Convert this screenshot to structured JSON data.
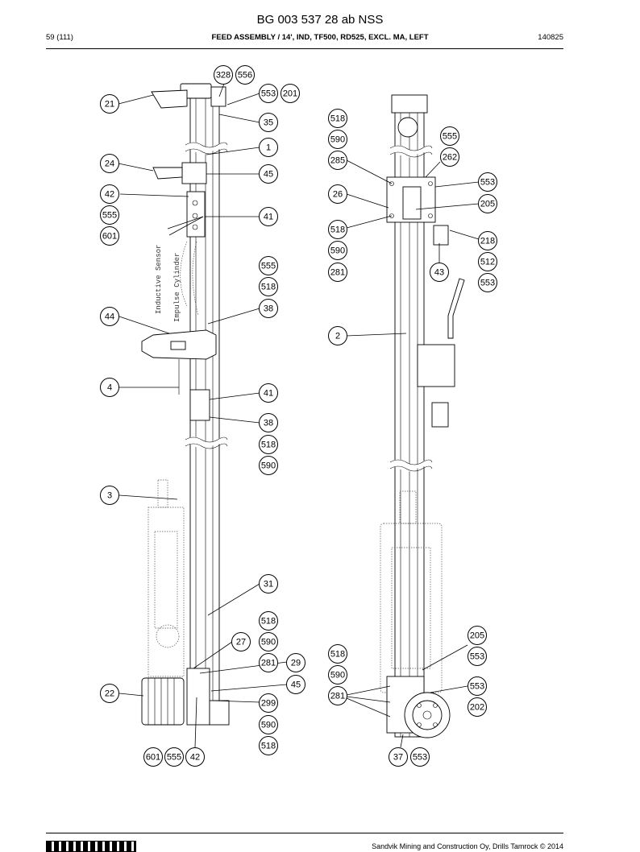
{
  "document": {
    "title": "BG 003 537 28 ab NSS",
    "page": "59 (111)",
    "section": "FEED ASSEMBLY / 14', IND, TF500, RD525, EXCL. MA, LEFT",
    "date_code": "140825",
    "footer": "Sandvik Mining and Construction Oy, Drills Tamrock © 2014"
  },
  "annotations": {
    "inductive_sensor": "Inductive Sensor",
    "impulse_cylinder": "Impulse Cylinder"
  },
  "callouts": [
    {
      "id": "c1",
      "label": "328"
    },
    {
      "id": "c2",
      "label": "556"
    },
    {
      "id": "c3",
      "label": "553"
    },
    {
      "id": "c4",
      "label": "201"
    },
    {
      "id": "c5",
      "label": "21"
    },
    {
      "id": "c6",
      "label": "35"
    },
    {
      "id": "c7",
      "label": "1"
    },
    {
      "id": "c8",
      "label": "24"
    },
    {
      "id": "c9",
      "label": "45"
    },
    {
      "id": "c10",
      "label": "42"
    },
    {
      "id": "c11",
      "label": "555"
    },
    {
      "id": "c12",
      "label": "41"
    },
    {
      "id": "c13",
      "label": "601"
    },
    {
      "id": "c14",
      "label": "555"
    },
    {
      "id": "c15",
      "label": "518"
    },
    {
      "id": "c16",
      "label": "38"
    },
    {
      "id": "c17",
      "label": "44"
    },
    {
      "id": "c18",
      "label": "4"
    },
    {
      "id": "c19",
      "label": "41"
    },
    {
      "id": "c20",
      "label": "38"
    },
    {
      "id": "c21",
      "label": "518"
    },
    {
      "id": "c22",
      "label": "590"
    },
    {
      "id": "c23",
      "label": "3"
    },
    {
      "id": "c24",
      "label": "31"
    },
    {
      "id": "c25",
      "label": "518"
    },
    {
      "id": "c26",
      "label": "27"
    },
    {
      "id": "c27",
      "label": "590"
    },
    {
      "id": "c28",
      "label": "281"
    },
    {
      "id": "c29",
      "label": "29"
    },
    {
      "id": "c30",
      "label": "45"
    },
    {
      "id": "c31",
      "label": "22"
    },
    {
      "id": "c32",
      "label": "299"
    },
    {
      "id": "c33",
      "label": "590"
    },
    {
      "id": "c34",
      "label": "518"
    },
    {
      "id": "c35",
      "label": "601"
    },
    {
      "id": "c36",
      "label": "555"
    },
    {
      "id": "c37",
      "label": "42"
    },
    {
      "id": "c38",
      "label": "518"
    },
    {
      "id": "c39",
      "label": "590"
    },
    {
      "id": "c40",
      "label": "555"
    },
    {
      "id": "c41",
      "label": "262"
    },
    {
      "id": "c42",
      "label": "285"
    },
    {
      "id": "c43",
      "label": "553"
    },
    {
      "id": "c44",
      "label": "26"
    },
    {
      "id": "c45",
      "label": "205"
    },
    {
      "id": "c46",
      "label": "518"
    },
    {
      "id": "c47",
      "label": "218"
    },
    {
      "id": "c48",
      "label": "590"
    },
    {
      "id": "c49",
      "label": "512"
    },
    {
      "id": "c50",
      "label": "281"
    },
    {
      "id": "c51",
      "label": "43"
    },
    {
      "id": "c52",
      "label": "553"
    },
    {
      "id": "c53",
      "label": "2"
    },
    {
      "id": "c54",
      "label": "205"
    },
    {
      "id": "c55",
      "label": "518"
    },
    {
      "id": "c56",
      "label": "553"
    },
    {
      "id": "c57",
      "label": "590"
    },
    {
      "id": "c58",
      "label": "553"
    },
    {
      "id": "c59",
      "label": "281"
    },
    {
      "id": "c60",
      "label": "202"
    },
    {
      "id": "c61",
      "label": "37"
    },
    {
      "id": "c62",
      "label": "553"
    }
  ]
}
